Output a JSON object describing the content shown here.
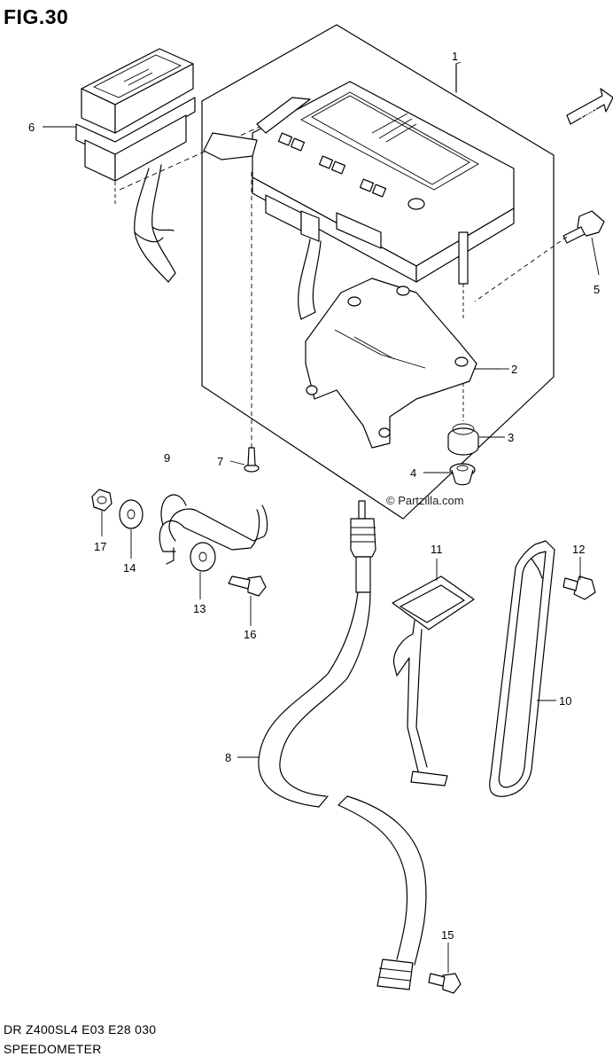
{
  "figure": {
    "title": "FIG.30",
    "footer_code": "DR Z400SL4  E03  E28  030",
    "footer_name": "SPEEDOMETER",
    "watermark": "© Partzilla.com",
    "fwd_label": "FWD"
  },
  "callouts": [
    {
      "id": "1",
      "label": "1"
    },
    {
      "id": "2",
      "label": "2"
    },
    {
      "id": "3",
      "label": "3"
    },
    {
      "id": "4",
      "label": "4"
    },
    {
      "id": "5",
      "label": "5"
    },
    {
      "id": "6",
      "label": "6"
    },
    {
      "id": "7",
      "label": "7"
    },
    {
      "id": "8",
      "label": "8"
    },
    {
      "id": "9",
      "label": "9"
    },
    {
      "id": "10",
      "label": "10"
    },
    {
      "id": "11",
      "label": "11"
    },
    {
      "id": "12",
      "label": "12"
    },
    {
      "id": "13",
      "label": "13"
    },
    {
      "id": "14",
      "label": "14"
    },
    {
      "id": "15",
      "label": "15"
    },
    {
      "id": "16",
      "label": "16"
    },
    {
      "id": "17",
      "label": "17"
    }
  ]
}
